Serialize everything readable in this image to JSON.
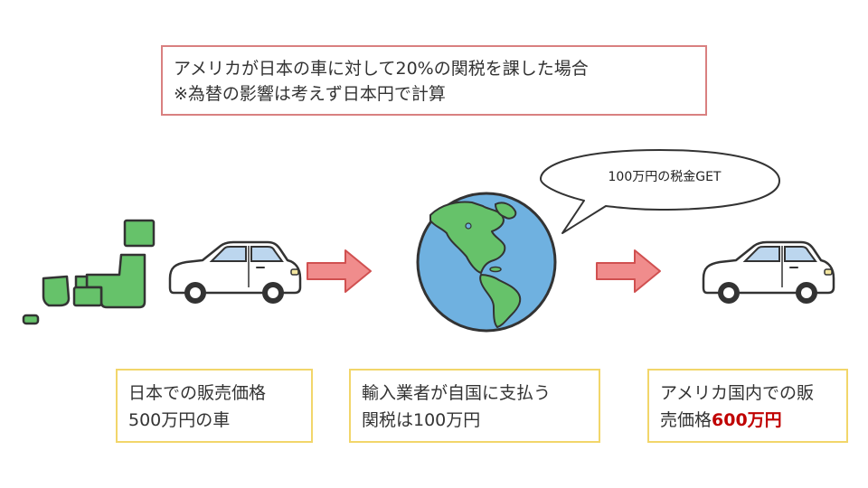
{
  "header": {
    "line1": "アメリカが日本の車に対して20%の関税を課した場合",
    "line2": "※為替の影響は考えず日本円で計算",
    "border_color": "#d98080"
  },
  "speech_bubble": {
    "text": "100万円の税金GET"
  },
  "labels": {
    "japan": {
      "line1": "日本での販売価格",
      "line2": "500万円の車"
    },
    "importer": {
      "line1": "輸入業者が自国に支払う",
      "line2": "関税は100万円"
    },
    "usa": {
      "line1": "アメリカ国内での販",
      "line2_prefix": "売価格",
      "line2_highlight": "600万円",
      "highlight_color": "#c00000"
    },
    "border_color": "#f2d66a"
  },
  "icons": {
    "japan_map": "japan-map-icon",
    "car": "car-icon",
    "arrow": "right-arrow-icon",
    "globe": "globe-icon"
  },
  "colors": {
    "land_green": "#66c26a",
    "ocean_blue": "#6fb1e0",
    "arrow_fill": "#f08c8c",
    "arrow_stroke": "#d05050"
  }
}
